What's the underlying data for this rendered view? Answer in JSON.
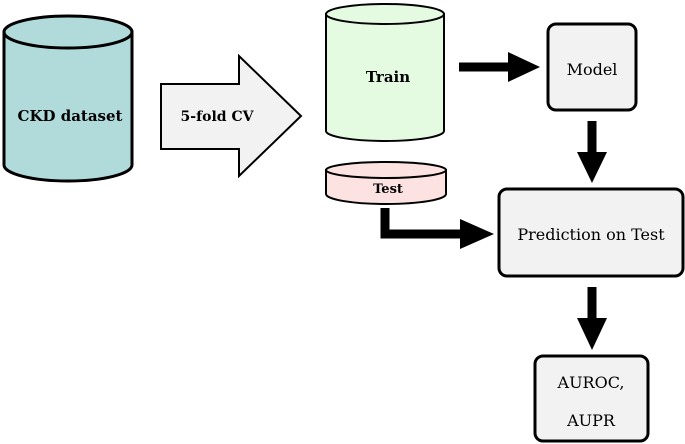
{
  "nodes": {
    "dataset": {
      "label": "CKD dataset",
      "color": "#b1dadb"
    },
    "cv": {
      "label": "5-fold CV",
      "color": "#f2f2f2"
    },
    "train": {
      "label": "Train",
      "color": "#e4fae1"
    },
    "test": {
      "label": "Test",
      "color": "#fde2e2"
    },
    "model": {
      "label": "Model",
      "color": "#f2f2f2"
    },
    "prediction": {
      "label": "Prediction on Test",
      "color": "#f2f2f2"
    },
    "metrics": {
      "line1": "AUROC,",
      "line2": "AUPR",
      "color": "#f2f2f2"
    }
  }
}
